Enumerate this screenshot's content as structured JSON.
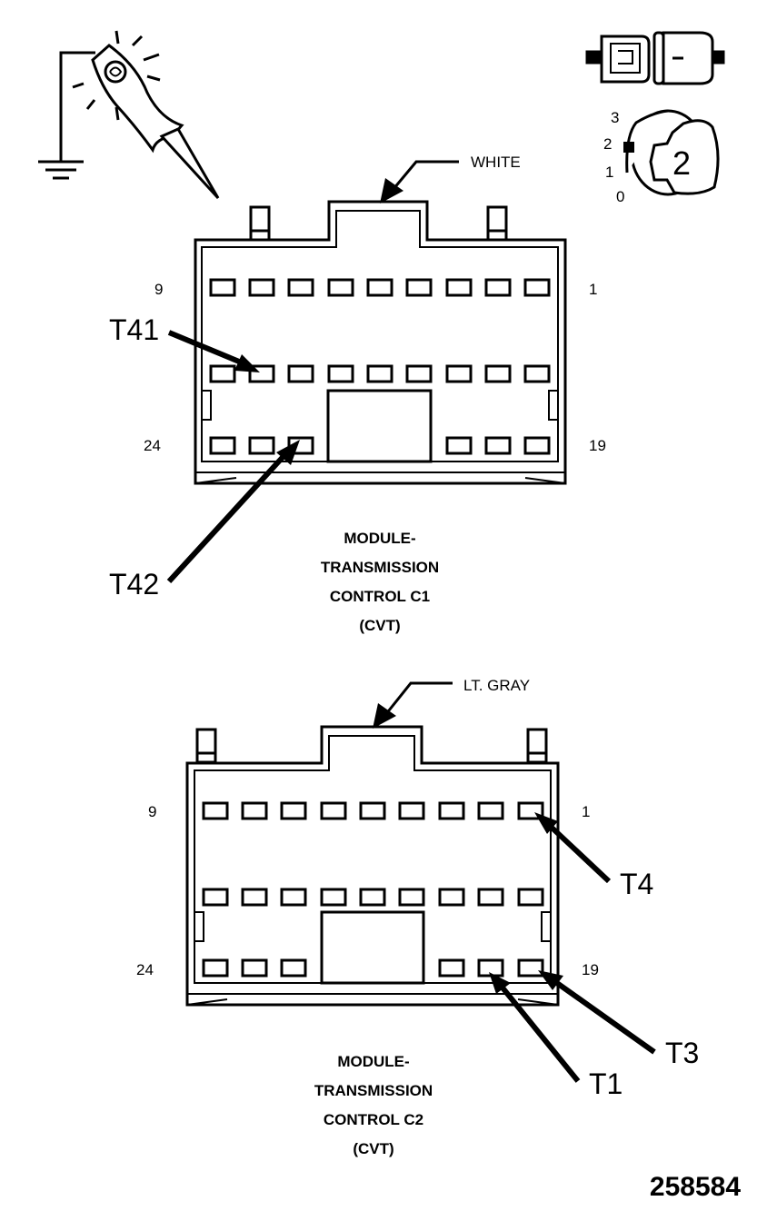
{
  "connector_c1": {
    "color_label": "WHITE",
    "pin_top_left": "9",
    "pin_top_right": "1",
    "pin_bottom_left": "24",
    "pin_bottom_right": "19",
    "callouts": [
      "T41",
      "T42"
    ],
    "title_lines": [
      "MODULE-",
      "TRANSMISSION",
      "CONTROL C1",
      "(CVT)"
    ]
  },
  "connector_c2": {
    "color_label": "LT. GRAY",
    "pin_top_left": "9",
    "pin_top_right": "1",
    "pin_bottom_left": "24",
    "pin_bottom_right": "19",
    "callouts": [
      "T4",
      "T3",
      "T1"
    ],
    "title_lines": [
      "MODULE-",
      "TRANSMISSION",
      "CONTROL C2",
      "(CVT)"
    ]
  },
  "ignition_key": {
    "position_labels": [
      "3",
      "2",
      "1",
      "0"
    ],
    "key_number": "2"
  },
  "icons": [
    "test-light-icon",
    "ground-symbol-icon",
    "connector-disconnected-icon",
    "ignition-key-icon"
  ],
  "figure_number": "258584"
}
